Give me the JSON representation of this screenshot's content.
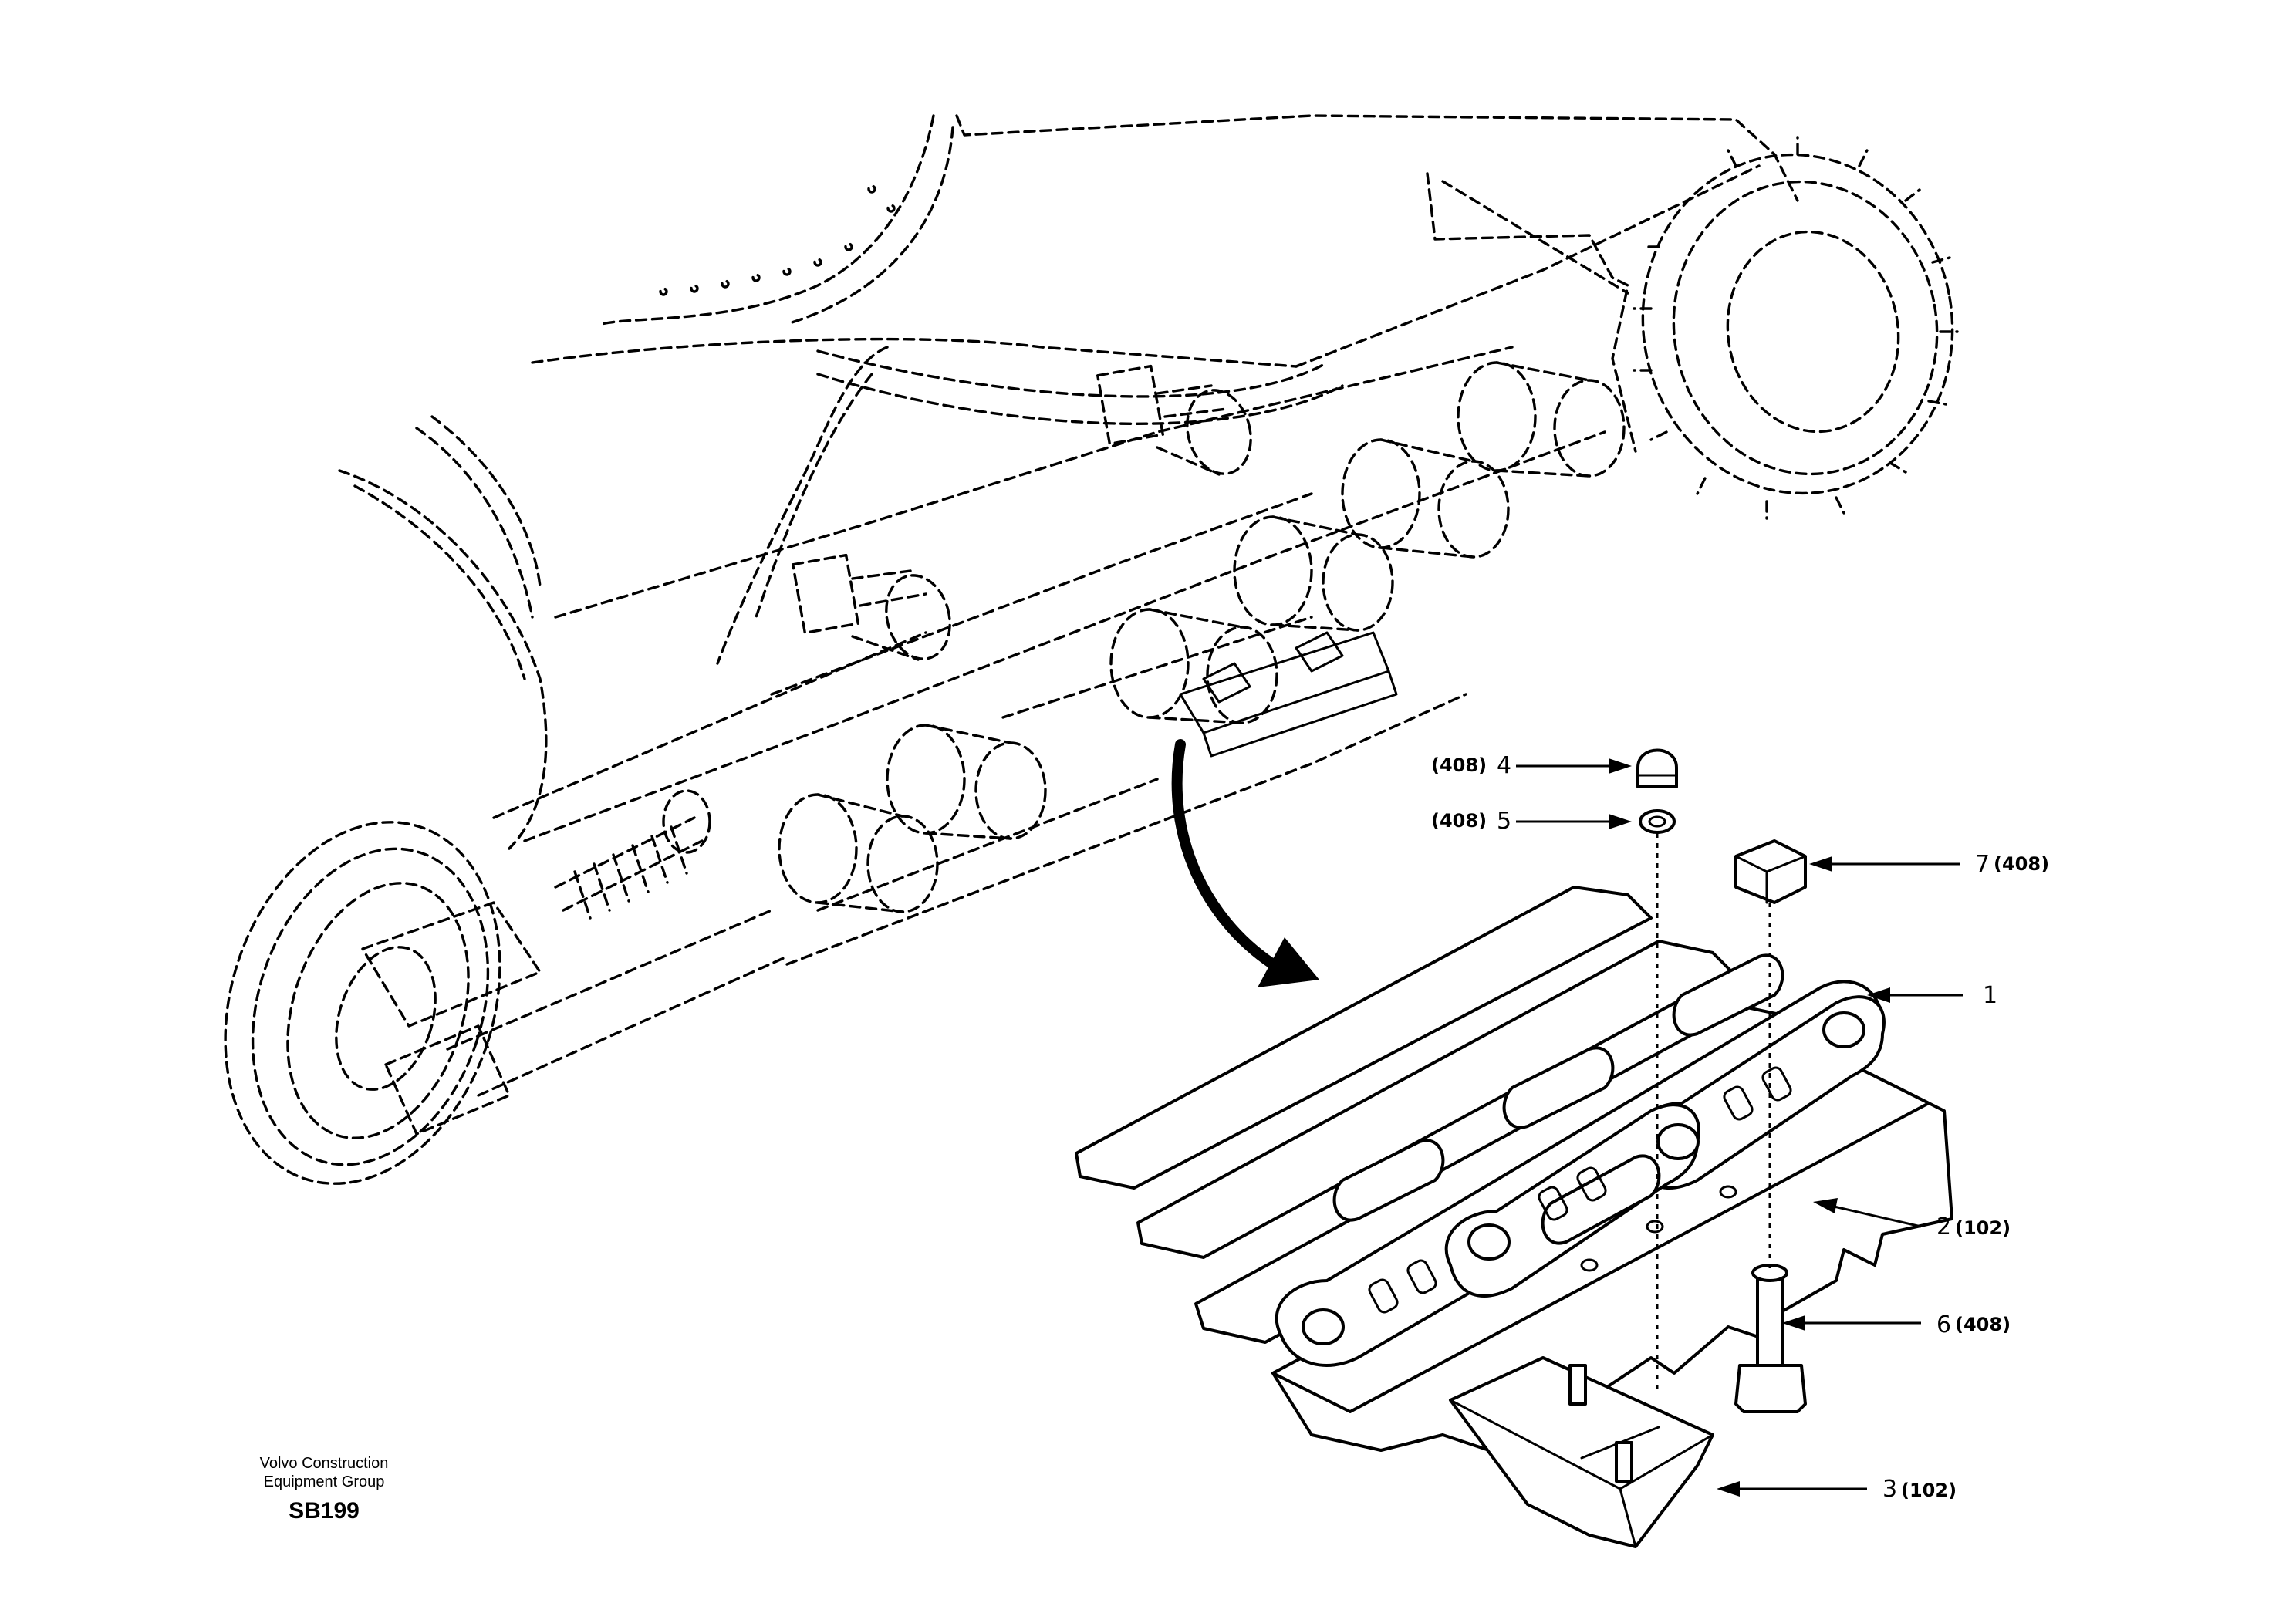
{
  "callouts": [
    {
      "id": "c1",
      "text": "1"
    },
    {
      "id": "c2",
      "text": "2",
      "ref": "(102)"
    },
    {
      "id": "c3",
      "text": "3",
      "ref": "(102)"
    },
    {
      "id": "c4",
      "text": "4",
      "ref": "(408)"
    },
    {
      "id": "c5",
      "text": "5",
      "ref": "(408)"
    },
    {
      "id": "c6",
      "text": "6",
      "ref": "(408)"
    },
    {
      "id": "c7",
      "text": "7",
      "ref": "(408)"
    }
  ],
  "footer": {
    "company_line1": "Volvo Construction",
    "company_line2": "Equipment Group",
    "code": "SB199"
  }
}
